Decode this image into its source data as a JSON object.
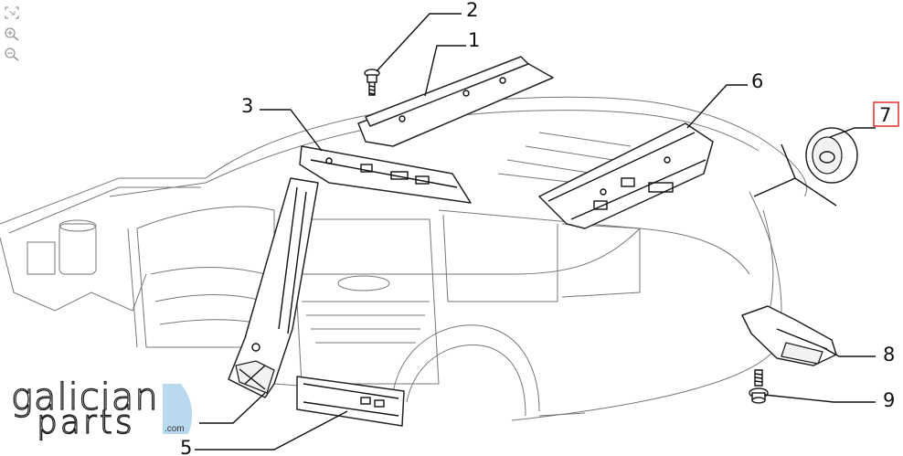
{
  "toolbar": {
    "items": [
      {
        "icon": "fit-screen-icon"
      },
      {
        "icon": "zoom-in-icon"
      },
      {
        "icon": "zoom-out-icon"
      }
    ]
  },
  "callouts": [
    {
      "label": "1"
    },
    {
      "label": "2"
    },
    {
      "label": "3"
    },
    {
      "label": "5"
    },
    {
      "label": "6"
    },
    {
      "label": "7",
      "highlighted": true
    },
    {
      "label": "8"
    },
    {
      "label": "9"
    }
  ],
  "logo": {
    "line1": "galician",
    "line2": "parts",
    "suffix": ".com",
    "accent_color": "#b9d9ee"
  },
  "colors": {
    "highlight_box": "#e23b3b",
    "line": "#111111"
  }
}
